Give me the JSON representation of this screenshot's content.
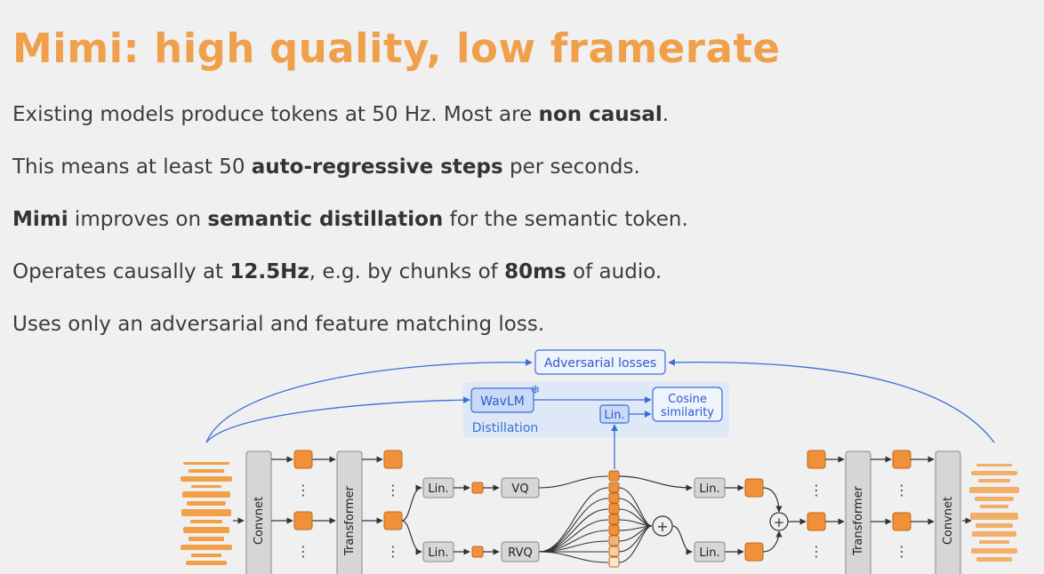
{
  "title": "Mimi: high quality, low framerate",
  "bullets": [
    {
      "t1": "Existing models produce tokens at 50 Hz. Most are ",
      "b1": "non causal",
      "t2": "."
    },
    {
      "t1": "This means at least 50 ",
      "b1": "auto-regressive steps",
      "t2": " per seconds."
    },
    {
      "b0": "Mimi",
      "t1": " improves on ",
      "b1": "semantic distillation",
      "t2": " for the semantic token."
    },
    {
      "t1": "Operates causally at ",
      "b1": "12.5Hz",
      "t2": ", e.g. by chunks of ",
      "b2": "80ms",
      "t3": " of audio."
    },
    {
      "t1": "Uses only an adversarial and feature matching loss."
    }
  ],
  "diagram": {
    "adversarial_losses": "Adversarial losses",
    "wavlm": "WavLM",
    "frozen_symbol": "❄",
    "distillation": "Distillation",
    "lin": "Lin.",
    "cosine_line1": "Cosine",
    "cosine_line2": "similarity",
    "convnet": "Convnet",
    "transformer": "Transformer",
    "vq": "VQ",
    "rvq": "RVQ",
    "ellipsis": "⋮",
    "plus": "+",
    "colors": {
      "orange": "#f0913a",
      "blue": "#3a6fd8",
      "blue_fill": "#dbe6f8",
      "gray_fill": "#d6d6d6"
    }
  }
}
